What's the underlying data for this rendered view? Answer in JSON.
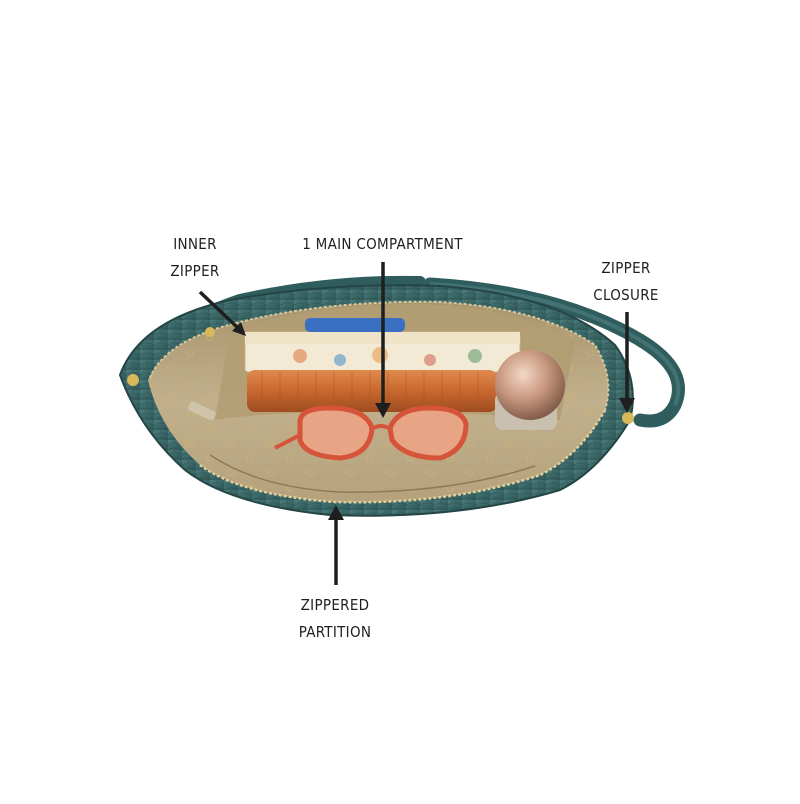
{
  "image": {
    "subject": "open-handbag-interior",
    "colors": {
      "background": "#ffffff",
      "leather": "#3d6b6b",
      "lining": "#b8a683",
      "arrow": "#1f1f1f"
    }
  },
  "callouts": {
    "inner_zipper": {
      "line1": "INNER",
      "line2": "ZIPPER"
    },
    "main_compartment": {
      "line1": "1 MAIN COMPARTMENT"
    },
    "zipper_closure": {
      "line1": "ZIPPER",
      "line2": "CLOSURE"
    },
    "zippered_partition": {
      "line1": "ZIPPERED",
      "line2": "PARTITION"
    }
  }
}
